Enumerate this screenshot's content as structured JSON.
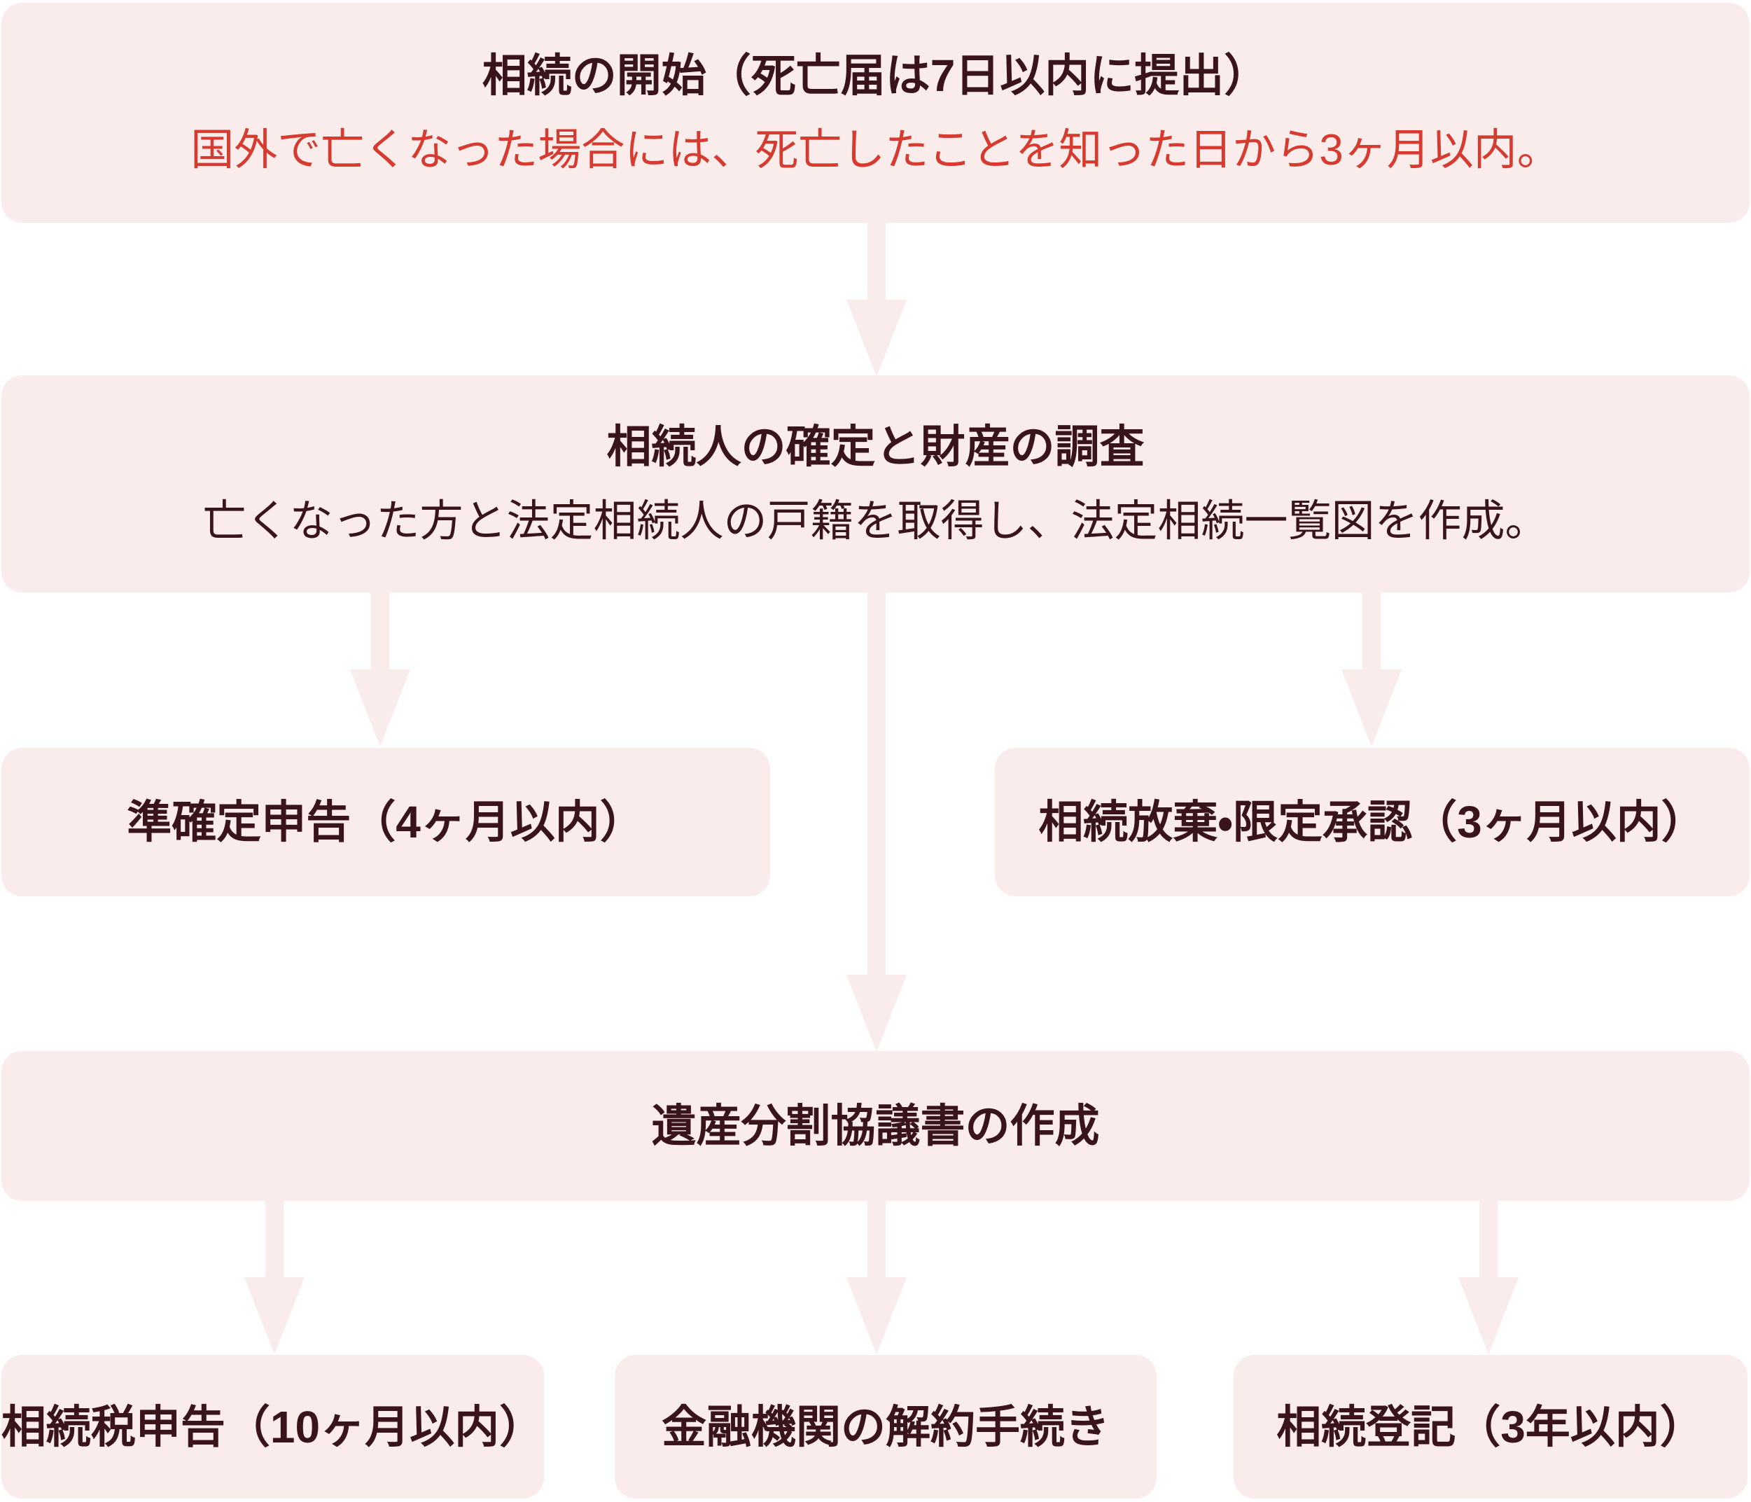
{
  "palette": {
    "page_background": "#FFFFFF",
    "box_background": "#F9ECEA",
    "arrow_color": "#F9ECEA",
    "title_text_color": "#391519",
    "accent_red": "#D73B30"
  },
  "flow": {
    "step_start": {
      "title": "相続の開始（死亡届は7日以内に提出）",
      "note": "国外で亡くなった場合には、死亡したことを知った日から3ヶ月以内。"
    },
    "step_investigation": {
      "title": "相続人の確定と財産の調査",
      "note": "亡くなった方と法定相続人の戸籍を取得し、法定相続一覧図を作成。"
    },
    "branch_left": {
      "title": "準確定申告（4ヶ月以内）"
    },
    "branch_right": {
      "title": "相続放棄・限定承認（3ヶ月以内）"
    },
    "step_agreement": {
      "title": "遺産分割協議書の作成"
    },
    "final_left": {
      "title": "相続税申告（10ヶ月以内）"
    },
    "final_center": {
      "title": "金融機関の解約手続き"
    },
    "final_right": {
      "title": "相続登記（3年以内）"
    }
  }
}
